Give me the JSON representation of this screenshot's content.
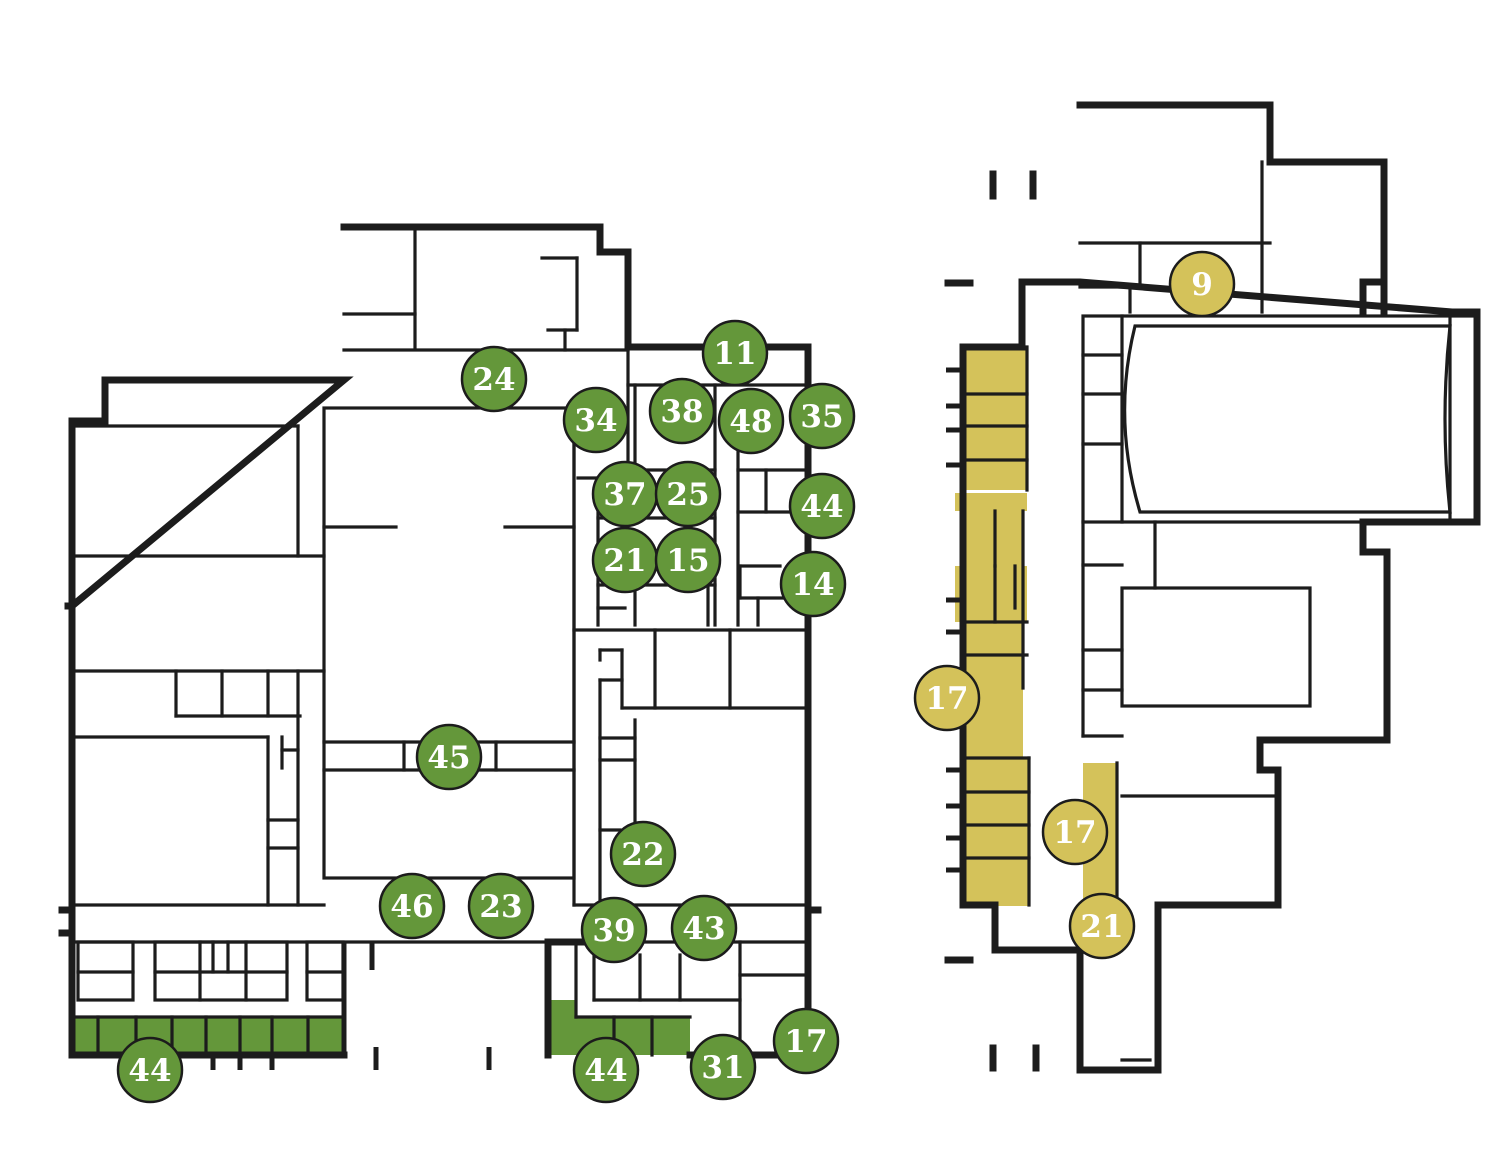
{
  "colors": {
    "green": "#64973a",
    "gold": "#d4c25a",
    "wall": "#1c1c1c",
    "background": "#ffffff"
  },
  "markers": [
    {
      "id": "m-24",
      "label": "24",
      "color": "green"
    },
    {
      "id": "m-11",
      "label": "11",
      "color": "green"
    },
    {
      "id": "m-34",
      "label": "34",
      "color": "green"
    },
    {
      "id": "m-38",
      "label": "38",
      "color": "green"
    },
    {
      "id": "m-48",
      "label": "48",
      "color": "green"
    },
    {
      "id": "m-35",
      "label": "35",
      "color": "green"
    },
    {
      "id": "m-37",
      "label": "37",
      "color": "green"
    },
    {
      "id": "m-25",
      "label": "25",
      "color": "green"
    },
    {
      "id": "m-44a",
      "label": "44",
      "color": "green"
    },
    {
      "id": "m-21a",
      "label": "21",
      "color": "green"
    },
    {
      "id": "m-15",
      "label": "15",
      "color": "green"
    },
    {
      "id": "m-14",
      "label": "14",
      "color": "green"
    },
    {
      "id": "m-45",
      "label": "45",
      "color": "green"
    },
    {
      "id": "m-22",
      "label": "22",
      "color": "green"
    },
    {
      "id": "m-46",
      "label": "46",
      "color": "green"
    },
    {
      "id": "m-23",
      "label": "23",
      "color": "green"
    },
    {
      "id": "m-39",
      "label": "39",
      "color": "green"
    },
    {
      "id": "m-43",
      "label": "43",
      "color": "green"
    },
    {
      "id": "m-17a",
      "label": "17",
      "color": "green"
    },
    {
      "id": "m-44b",
      "label": "44",
      "color": "green"
    },
    {
      "id": "m-44c",
      "label": "44",
      "color": "green"
    },
    {
      "id": "m-31",
      "label": "31",
      "color": "green"
    },
    {
      "id": "m-9",
      "label": "9",
      "color": "gold"
    },
    {
      "id": "m-17b",
      "label": "17",
      "color": "gold"
    },
    {
      "id": "m-17c",
      "label": "17",
      "color": "gold"
    },
    {
      "id": "m-21b",
      "label": "21",
      "color": "gold"
    }
  ]
}
